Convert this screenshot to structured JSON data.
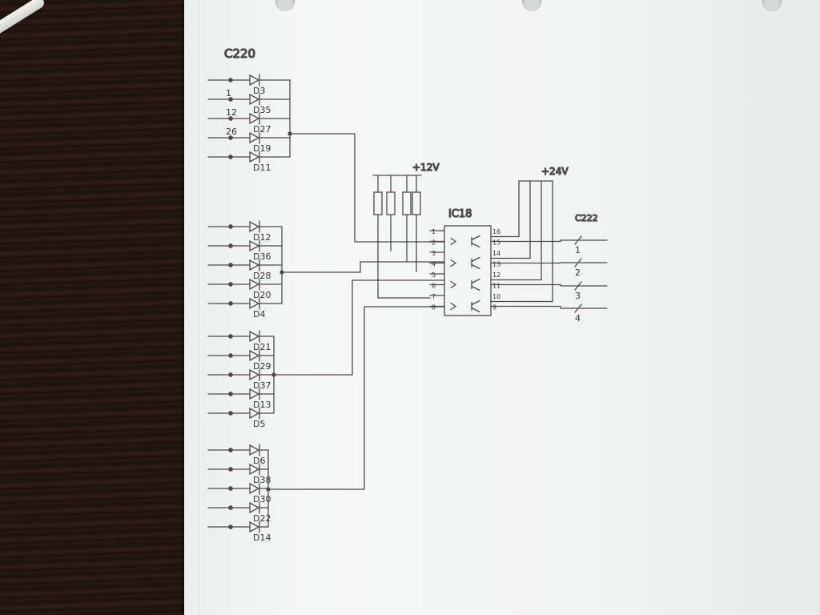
{
  "connector_in": {
    "name": "C220",
    "pins": [
      "1",
      "12",
      "26"
    ]
  },
  "diode_groups": [
    [
      "D3",
      "D35",
      "D27",
      "D19",
      "D11"
    ],
    [
      "D12",
      "D36",
      "D28",
      "D20",
      "D4"
    ],
    [
      "D21",
      "D29",
      "D37",
      "D13",
      "D5"
    ],
    [
      "D6",
      "D38",
      "D30",
      "D22",
      "D14"
    ]
  ],
  "supply_12": "+12V",
  "supply_24": "+24V",
  "ic": {
    "name": "IC18",
    "left_pins": [
      "1",
      "2",
      "3",
      "4",
      "5",
      "6",
      "7",
      "8"
    ],
    "right_pins": [
      "16",
      "15",
      "14",
      "13",
      "12",
      "11",
      "10",
      "9"
    ]
  },
  "connector_out": {
    "name": "C222",
    "pins": [
      "1",
      "2",
      "3",
      "4"
    ]
  }
}
